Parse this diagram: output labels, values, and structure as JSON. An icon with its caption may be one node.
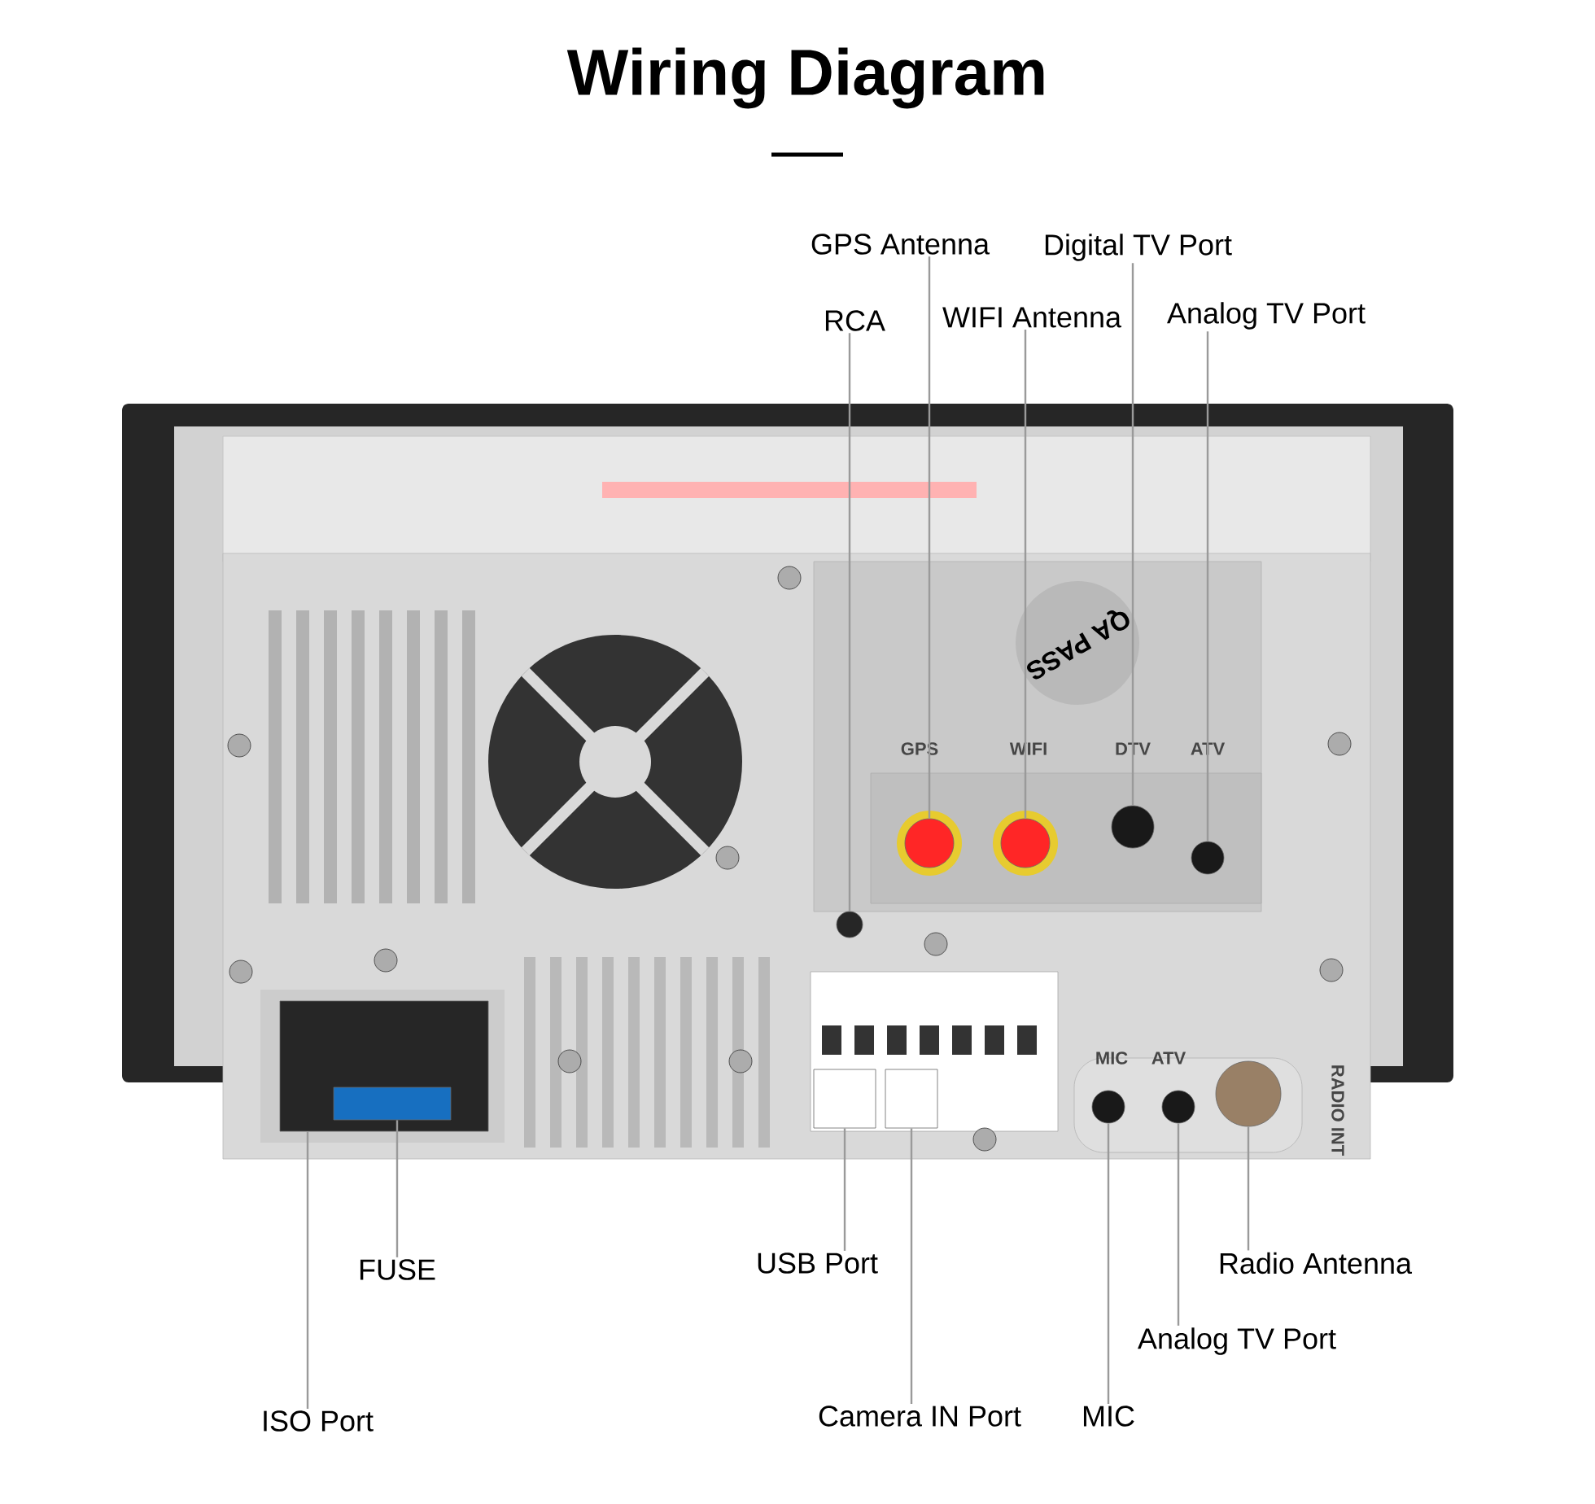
{
  "diagram": {
    "title": "Wiring Diagram",
    "nodes": [
      {
        "text": [
          "GPS Antenna"
        ]
      },
      {
        "text": [
          "Digital TV Port"
        ]
      },
      {
        "text": [
          "RCA"
        ]
      },
      {
        "text": [
          "WIFI Antenna"
        ]
      },
      {
        "text": [
          "Analog TV Port"
        ]
      },
      {
        "text": [
          "FUSE"
        ]
      },
      {
        "text": [
          "USB Port"
        ]
      },
      {
        "text": [
          "Radio Antenna"
        ]
      },
      {
        "text": [
          "Analog TV Port"
        ]
      },
      {
        "text": [
          "ISO Port"
        ]
      },
      {
        "text": [
          "Camera IN Port"
        ]
      },
      {
        "text": [
          "MIC"
        ]
      },
      {
        "text": [],
        "shape": "box"
      },
      {
        "text": [],
        "shape": "box",
        "in": 12
      },
      {
        "text": [],
        "shape": "box"
      },
      {
        "text": [],
        "shape": "circle"
      },
      {
        "text": [],
        "shape": "box"
      },
      {
        "text": [],
        "shape": "circle"
      },
      {
        "text": [],
        "shape": "circle"
      },
      {
        "text": [],
        "shape": "circle"
      },
      {
        "text": [],
        "shape": "circle"
      },
      {
        "text": [],
        "shape": "circle"
      },
      {
        "text": [],
        "shape": "circle"
      },
      {
        "text": [],
        "shape": "circle"
      }
    ],
    "edges": [
      {
        "from": 0,
        "to": 17,
        "arrow": "none"
      },
      {
        "from": 1,
        "to": 20,
        "arrow": "none"
      },
      {
        "from": 2,
        "to": 15,
        "arrow": "none"
      },
      {
        "from": 3,
        "to": 18,
        "arrow": "none"
      },
      {
        "from": 4,
        "to": 22,
        "arrow": "none"
      },
      {
        "from": 5,
        "to": 13,
        "arrow": "none"
      },
      {
        "from": 6,
        "to": 14,
        "arrow": "none"
      },
      {
        "from": 7,
        "to": 23,
        "arrow": "none"
      },
      {
        "from": 8,
        "to": 21,
        "arrow": "none"
      },
      {
        "from": 9,
        "to": 12,
        "arrow": "none"
      },
      {
        "from": 10,
        "to": 16,
        "arrow": "none"
      },
      {
        "from": 11,
        "to": 19,
        "arrow": "none"
      }
    ],
    "labels": [
      "QA PASS",
      "GPS",
      "WIFI",
      "DTV",
      "ATV",
      "MIC",
      "ATV",
      "RADIO INT"
    ]
  }
}
